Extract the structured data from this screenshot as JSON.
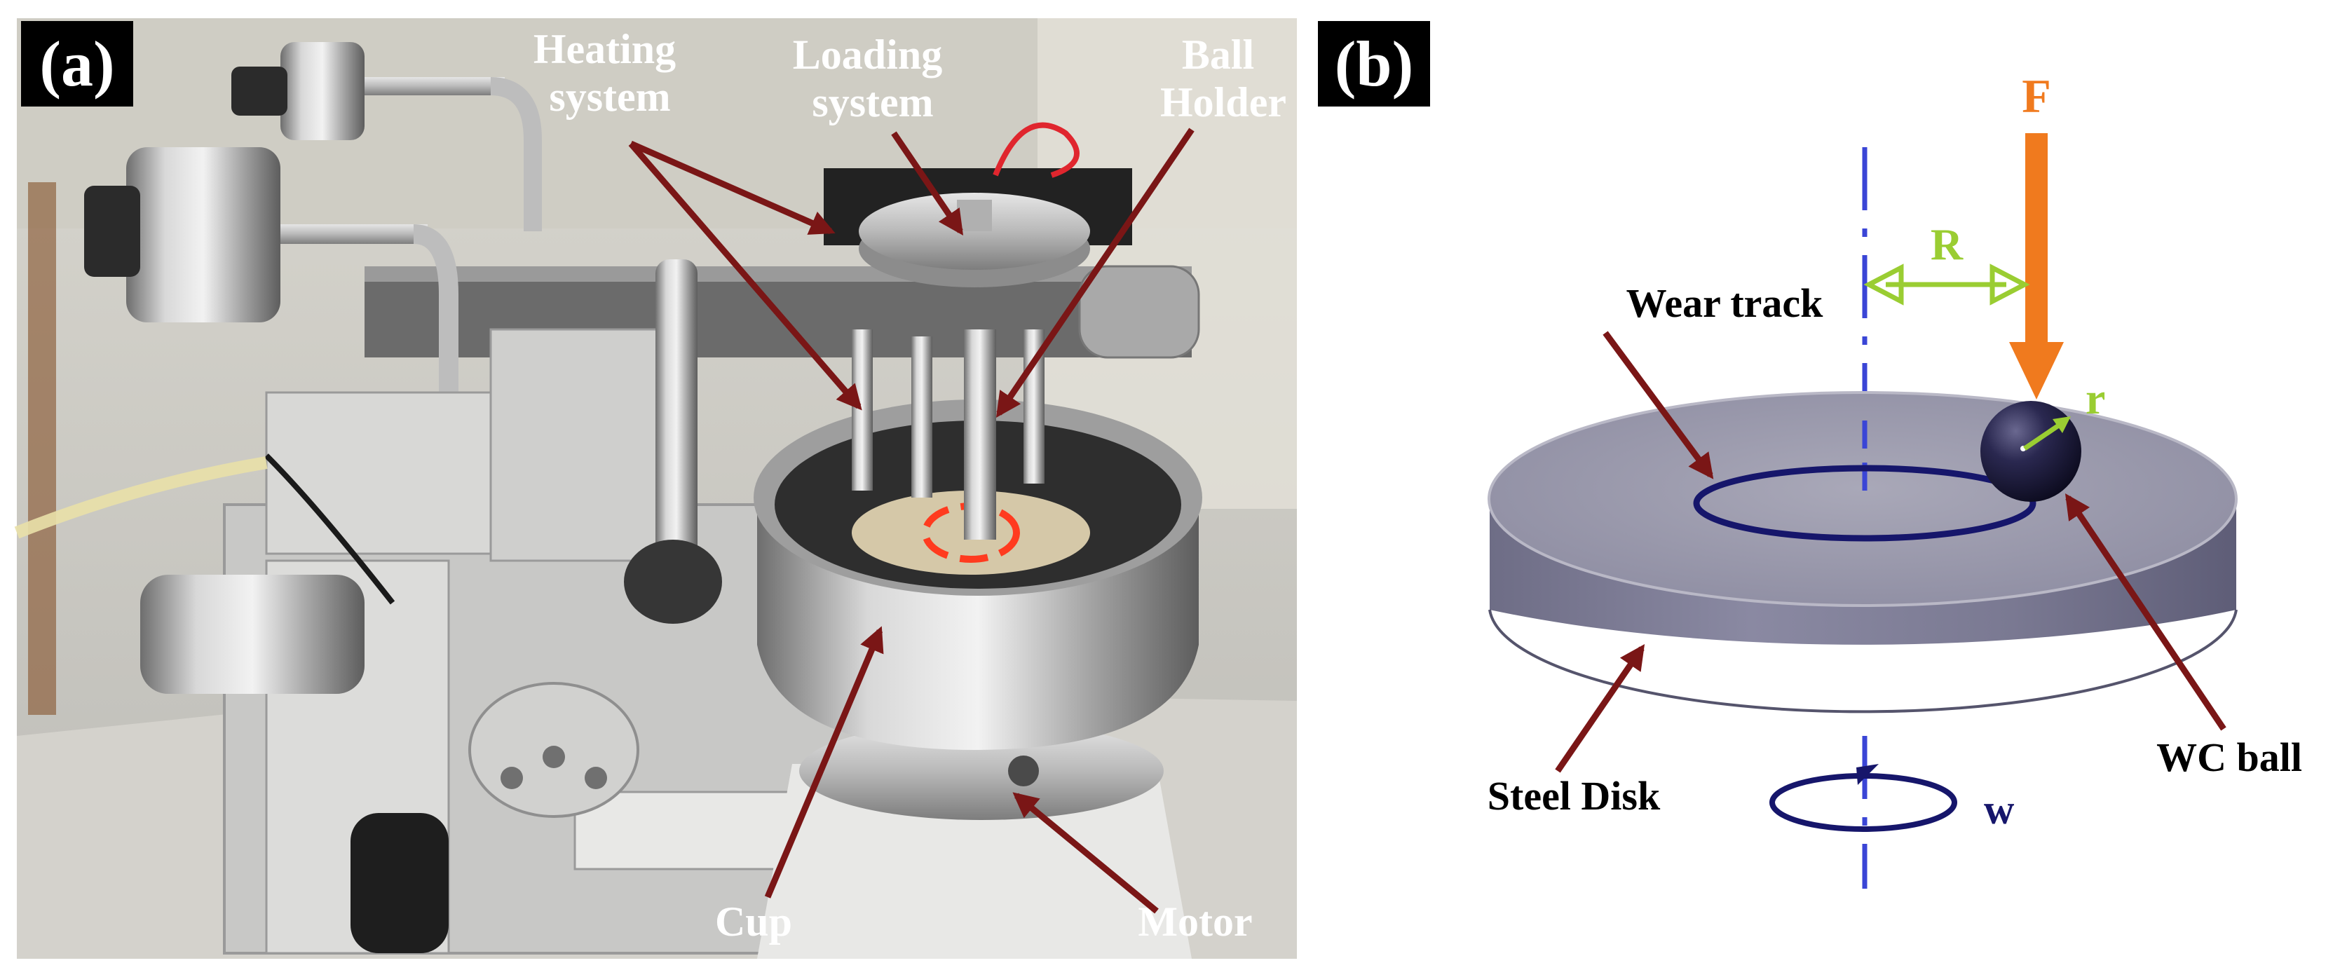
{
  "panel_a": {
    "tag": "(a)",
    "callouts": {
      "heating_system": [
        "Heating",
        "system"
      ],
      "loading_system": [
        "Loading",
        "system"
      ],
      "ball_holder": [
        "Ball",
        "Holder"
      ],
      "cup": "Cup",
      "motor": "Motor"
    }
  },
  "panel_b": {
    "tag": "(b)",
    "labels": {
      "force": "F",
      "radius_track": "R",
      "radius_ball": "r",
      "wear_track": "Wear track",
      "wc_ball": "WC ball",
      "steel_disk": "Steel Disk",
      "rotation": "w"
    }
  },
  "colors": {
    "callout_arrow": "#7a1616",
    "force_arrow": "#f07a1e",
    "dimension_arrow": "#9acd32",
    "axis": "#3a45d6",
    "track": "#16166b",
    "disk_top": "#9d9cae",
    "disk_side": "#7c7b94",
    "ball": "#1c1a3a"
  }
}
